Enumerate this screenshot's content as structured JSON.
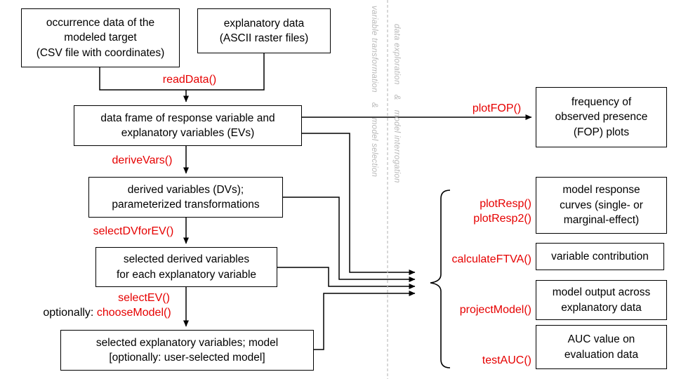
{
  "colors": {
    "accent": "#e60000",
    "muted": "#b9b9b9",
    "line": "#000000"
  },
  "diagram": {
    "boxes": {
      "occurrence": "occurrence data of the\nmodeled target\n(CSV file with coordinates)",
      "explanatory": "explanatory data\n(ASCII raster files)",
      "dataframe": "data frame of response variable and\nexplanatory variables (EVs)",
      "derived": "derived variables (DVs);\nparameterized transformations",
      "selected_dvs": "selected derived variables\nfor each explanatory variable",
      "selected_evs": "selected explanatory variables; model\n[optionally: user-selected model]",
      "fop": "frequency of\nobserved presence\n(FOP) plots",
      "response_curves": "model response\ncurves (single- or\nmarginal-effect)",
      "contribution": "variable contribution",
      "model_output": "model output across\nexplanatory data",
      "auc": "AUC value on\nevaluation data"
    },
    "functions": {
      "read_data": "readData()",
      "derive_vars": "deriveVars()",
      "select_dv_for_ev": "selectDVforEV()",
      "select_ev": "selectEV()",
      "optionally_label": "optionally:",
      "choose_model": "chooseModel()",
      "plot_fop": "plotFOP()",
      "plot_resp": "plotResp()\nplotResp2()",
      "calculate_ftva": "calculateFTVA()",
      "project_model": "projectModel()",
      "test_auc": "testAUC()"
    },
    "section_labels": {
      "left": "variable transformation    &    model selection",
      "right": "data exploration    &    model interrogation"
    }
  }
}
